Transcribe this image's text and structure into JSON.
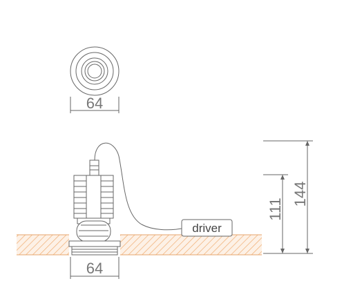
{
  "drawing": {
    "top_view_width_label": "64",
    "side_view_width_label": "64",
    "fixture_height_label": "111",
    "overall_height_label": "144",
    "driver_label": "driver"
  },
  "colors": {
    "line": "#666666",
    "hatch": "#f2b37a",
    "ceiling_fill": "#fdf1e6",
    "dim_text": "#777777"
  }
}
